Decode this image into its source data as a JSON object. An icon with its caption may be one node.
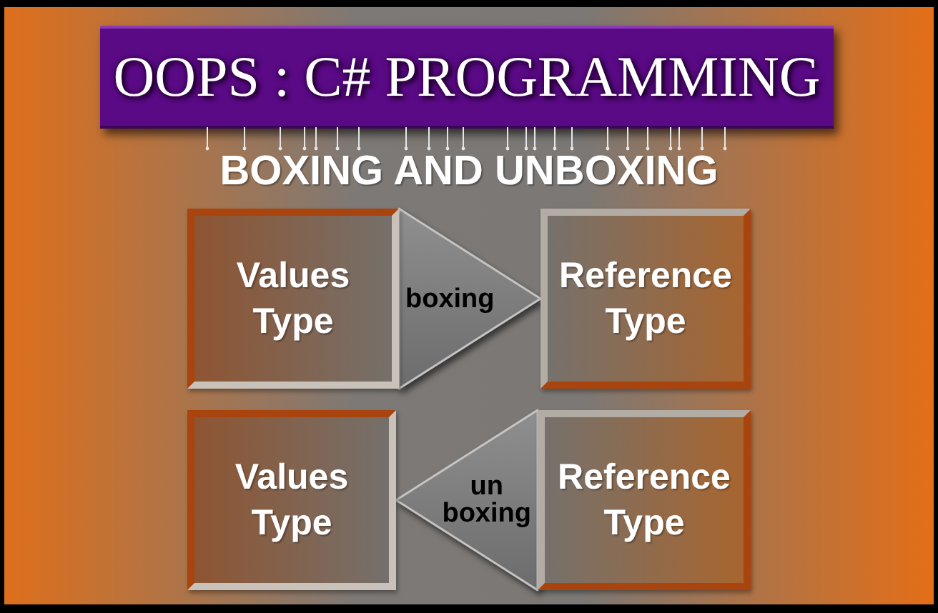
{
  "diagram": {
    "title": "OOPS : C# PROGRAMMING",
    "nodes": [
      {
        "text": [
          "Values Type"
        ]
      },
      {
        "text": [
          "Reference Type"
        ]
      },
      {
        "text": [
          "Values Type"
        ]
      },
      {
        "text": [
          "Reference Type"
        ]
      }
    ],
    "edges": [
      {
        "from": 0,
        "to": 1,
        "arrow": "to",
        "label": "boxing"
      },
      {
        "from": 3,
        "to": 2,
        "arrow": "to",
        "label": "un boxing"
      }
    ],
    "labels": [
      "BOXING AND UNBOXING"
    ]
  }
}
